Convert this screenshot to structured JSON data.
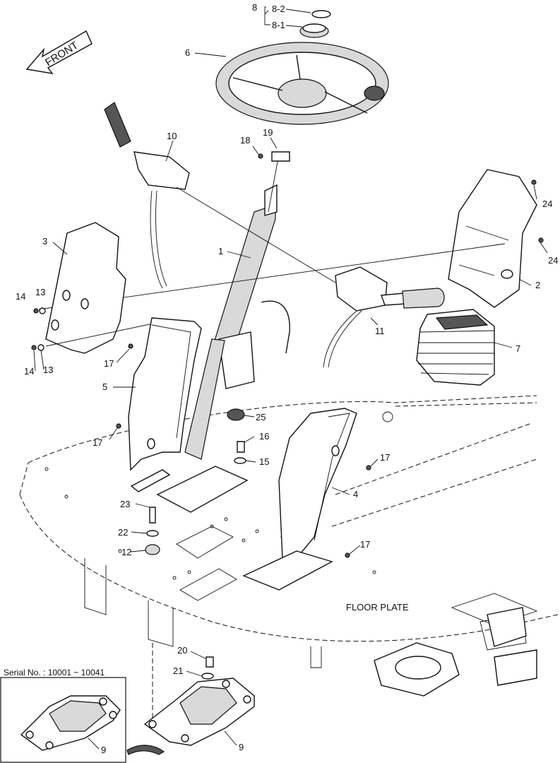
{
  "front_label": "FRONT",
  "floor_plate_label": "FLOOR PLATE",
  "serial_label": "Serial No. : 10001 ~ 10041",
  "callouts": {
    "c8": "8",
    "c8_2": "8-2",
    "c8_1": "8-1",
    "c6": "6",
    "c10": "10",
    "c19": "19",
    "c18": "18",
    "c24a": "24",
    "c24b": "24",
    "c3": "3",
    "c1": "1",
    "c2": "2",
    "c14a": "14",
    "c13a": "13",
    "c11": "11",
    "c7": "7",
    "c14b": "14",
    "c13b": "13",
    "c17a": "17",
    "c5": "5",
    "c25": "25",
    "c16": "16",
    "c17b": "17",
    "c15": "15",
    "c17c": "17",
    "c4": "4",
    "c23": "23",
    "c22": "22",
    "c17d": "17",
    "c12": "12",
    "c20": "20",
    "c21": "21",
    "c9a": "9",
    "c9b": "9"
  }
}
